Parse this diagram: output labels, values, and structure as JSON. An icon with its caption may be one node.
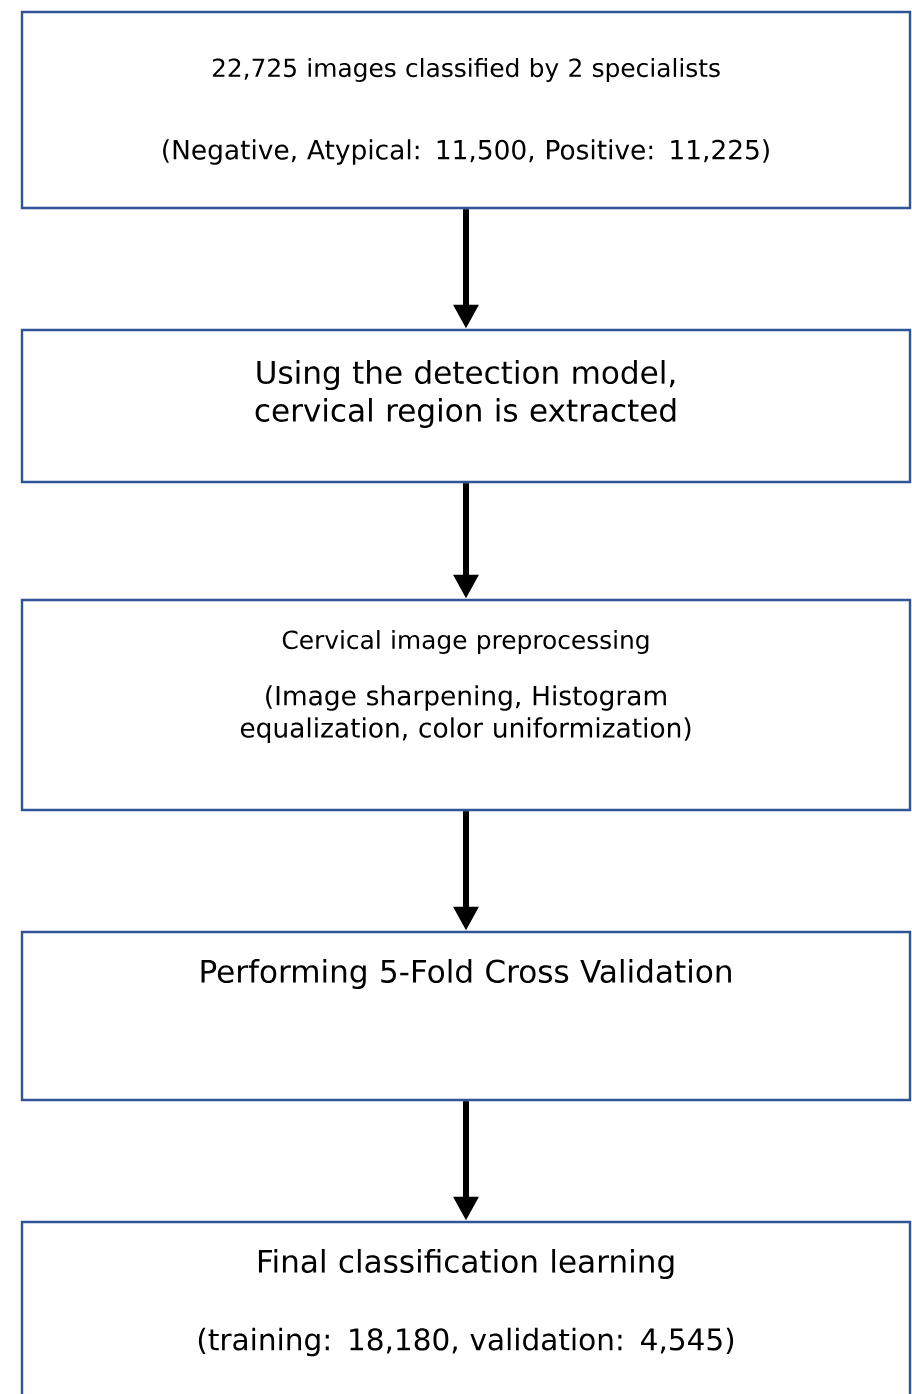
{
  "diagram": {
    "nodes": [
      {
        "text": [
          "22,725 images classified by 2 specialists",
          "(Negative, Atypical: 11,500, Positive: 11,225)"
        ]
      },
      {
        "text": [
          "Using the detection model, cervical region is extracted"
        ]
      },
      {
        "text": [
          "Cervical image preprocessing",
          "(Image sharpening, Histogram equalization, color uniformization)"
        ]
      },
      {
        "text": [
          "Performing 5-Fold Cross Validation"
        ]
      },
      {
        "text": [
          "Final classification learning",
          "(training: 18,180, validation: 4,545)"
        ]
      }
    ],
    "edges": [
      {
        "from": 0,
        "to": 1,
        "arrow": "to"
      },
      {
        "from": 1,
        "to": 2,
        "arrow": "to"
      },
      {
        "from": 2,
        "to": 3,
        "arrow": "to"
      },
      {
        "from": 3,
        "to": 4,
        "arrow": "to"
      }
    ]
  }
}
